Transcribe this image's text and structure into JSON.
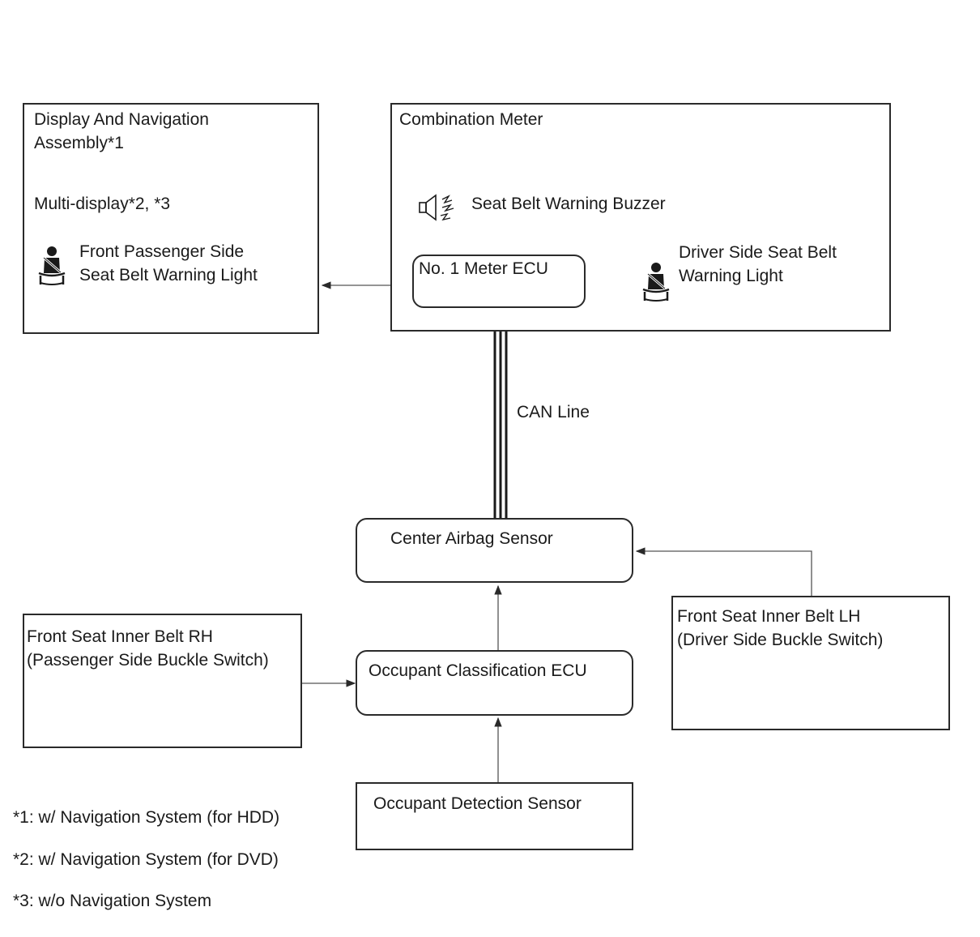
{
  "display_nav": {
    "title_line1": "Display And Navigation",
    "title_line2": "Assembly*1",
    "subtitle": "Multi-display*2, *3",
    "light_line1": "Front Passenger Side",
    "light_line2": "Seat Belt Warning Light"
  },
  "combination_meter": {
    "title": "Combination Meter",
    "buzzer_label": "Seat Belt Warning Buzzer",
    "meter_ecu": "No. 1 Meter ECU",
    "driver_light_line1": "Driver Side Seat Belt",
    "driver_light_line2": "Warning Light"
  },
  "can_line": "CAN Line",
  "center_airbag": "Center Airbag Sensor",
  "occupant_ecu": "Occupant Classification ECU",
  "occupant_sensor": "Occupant Detection Sensor",
  "belt_rh": {
    "line1": "Front Seat Inner Belt RH",
    "line2": "(Passenger Side Buckle Switch)"
  },
  "belt_lh": {
    "line1": "Front Seat Inner Belt LH",
    "line2": "(Driver Side Buckle Switch)"
  },
  "notes": [
    "*1: w/ Navigation System (for HDD)",
    "*2: w/ Navigation System (for DVD)",
    "*3: w/o Navigation System"
  ],
  "icons": {
    "seatbelt": "seatbelt-warning-icon",
    "buzzer": "buzzer-speaker-icon"
  },
  "colors": {
    "line": "#2a2a2a",
    "thin_line": "#555555"
  }
}
